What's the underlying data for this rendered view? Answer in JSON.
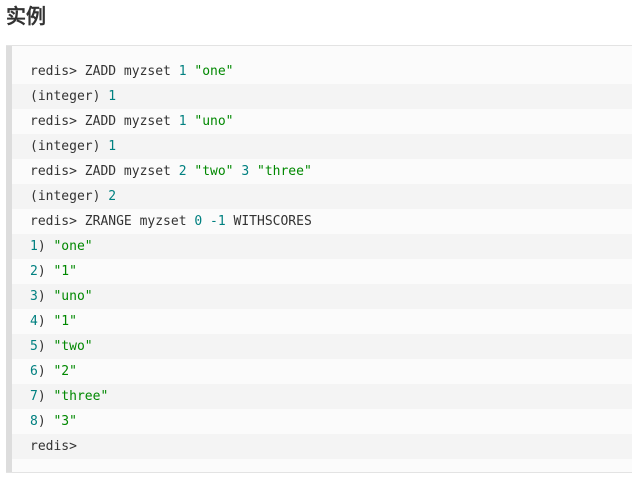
{
  "section_title": "实例",
  "code_lines": [
    [
      {
        "t": "redis> ZADD myzset ",
        "c": "pln"
      },
      {
        "t": "1",
        "c": "num"
      },
      {
        "t": " ",
        "c": "pln"
      },
      {
        "t": "\"one\"",
        "c": "str"
      }
    ],
    [
      {
        "t": "(integer) ",
        "c": "pln"
      },
      {
        "t": "1",
        "c": "num"
      }
    ],
    [
      {
        "t": "redis> ZADD myzset ",
        "c": "pln"
      },
      {
        "t": "1",
        "c": "num"
      },
      {
        "t": " ",
        "c": "pln"
      },
      {
        "t": "\"uno\"",
        "c": "str"
      }
    ],
    [
      {
        "t": "(integer) ",
        "c": "pln"
      },
      {
        "t": "1",
        "c": "num"
      }
    ],
    [
      {
        "t": "redis> ZADD myzset ",
        "c": "pln"
      },
      {
        "t": "2",
        "c": "num"
      },
      {
        "t": " ",
        "c": "pln"
      },
      {
        "t": "\"two\"",
        "c": "str"
      },
      {
        "t": " ",
        "c": "pln"
      },
      {
        "t": "3",
        "c": "num"
      },
      {
        "t": " ",
        "c": "pln"
      },
      {
        "t": "\"three\"",
        "c": "str"
      }
    ],
    [
      {
        "t": "(integer) ",
        "c": "pln"
      },
      {
        "t": "2",
        "c": "num"
      }
    ],
    [
      {
        "t": "redis> ZRANGE myzset ",
        "c": "pln"
      },
      {
        "t": "0",
        "c": "num"
      },
      {
        "t": " ",
        "c": "pln"
      },
      {
        "t": "-1",
        "c": "num"
      },
      {
        "t": " WITHSCORES",
        "c": "pln"
      }
    ],
    [
      {
        "t": "1",
        "c": "num"
      },
      {
        "t": ") ",
        "c": "pln"
      },
      {
        "t": "\"one\"",
        "c": "str"
      }
    ],
    [
      {
        "t": "2",
        "c": "num"
      },
      {
        "t": ") ",
        "c": "pln"
      },
      {
        "t": "\"1\"",
        "c": "str"
      }
    ],
    [
      {
        "t": "3",
        "c": "num"
      },
      {
        "t": ") ",
        "c": "pln"
      },
      {
        "t": "\"uno\"",
        "c": "str"
      }
    ],
    [
      {
        "t": "4",
        "c": "num"
      },
      {
        "t": ") ",
        "c": "pln"
      },
      {
        "t": "\"1\"",
        "c": "str"
      }
    ],
    [
      {
        "t": "5",
        "c": "num"
      },
      {
        "t": ") ",
        "c": "pln"
      },
      {
        "t": "\"two\"",
        "c": "str"
      }
    ],
    [
      {
        "t": "6",
        "c": "num"
      },
      {
        "t": ") ",
        "c": "pln"
      },
      {
        "t": "\"2\"",
        "c": "str"
      }
    ],
    [
      {
        "t": "7",
        "c": "num"
      },
      {
        "t": ") ",
        "c": "pln"
      },
      {
        "t": "\"three\"",
        "c": "str"
      }
    ],
    [
      {
        "t": "8",
        "c": "num"
      },
      {
        "t": ") ",
        "c": "pln"
      },
      {
        "t": "\"3\"",
        "c": "str"
      }
    ],
    [
      {
        "t": "redis>",
        "c": "pln"
      }
    ]
  ],
  "colors": {
    "number": "#008080",
    "string": "#008800",
    "plain": "#333333",
    "code_background": "#fbfbfb",
    "alt_line_background": "#f4f4f4",
    "left_bar": "#dddddd"
  }
}
